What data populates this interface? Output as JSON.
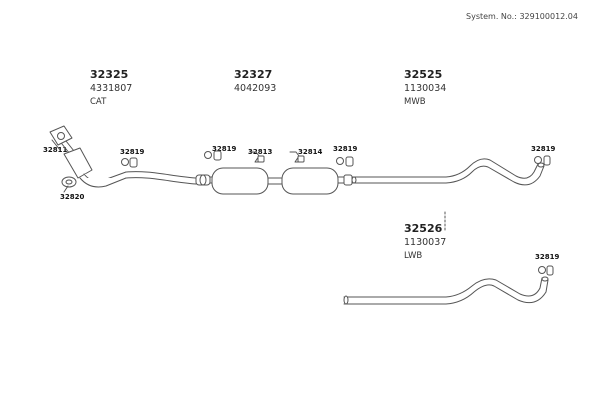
{
  "header": {
    "system_label": "System. No.: 329100012.04"
  },
  "groups": {
    "g1": {
      "number": "32325",
      "oem": "4331807",
      "note": "CAT"
    },
    "g2": {
      "number": "32327",
      "oem": "4042093",
      "note": ""
    },
    "g3": {
      "number": "32525",
      "oem": "1130034",
      "note": "MWB"
    },
    "g4": {
      "number": "32526",
      "oem": "1130037",
      "note": "LWB"
    }
  },
  "callouts": {
    "c32811": "32811",
    "c32820": "32820",
    "c32819a": "32819",
    "c32819b": "32819",
    "c32813": "32813",
    "c32814": "32814",
    "c32819c": "32819",
    "c32819d": "32819",
    "c32819e": "32819"
  },
  "colors": {
    "line": "#555555",
    "fill": "#ffffff"
  }
}
